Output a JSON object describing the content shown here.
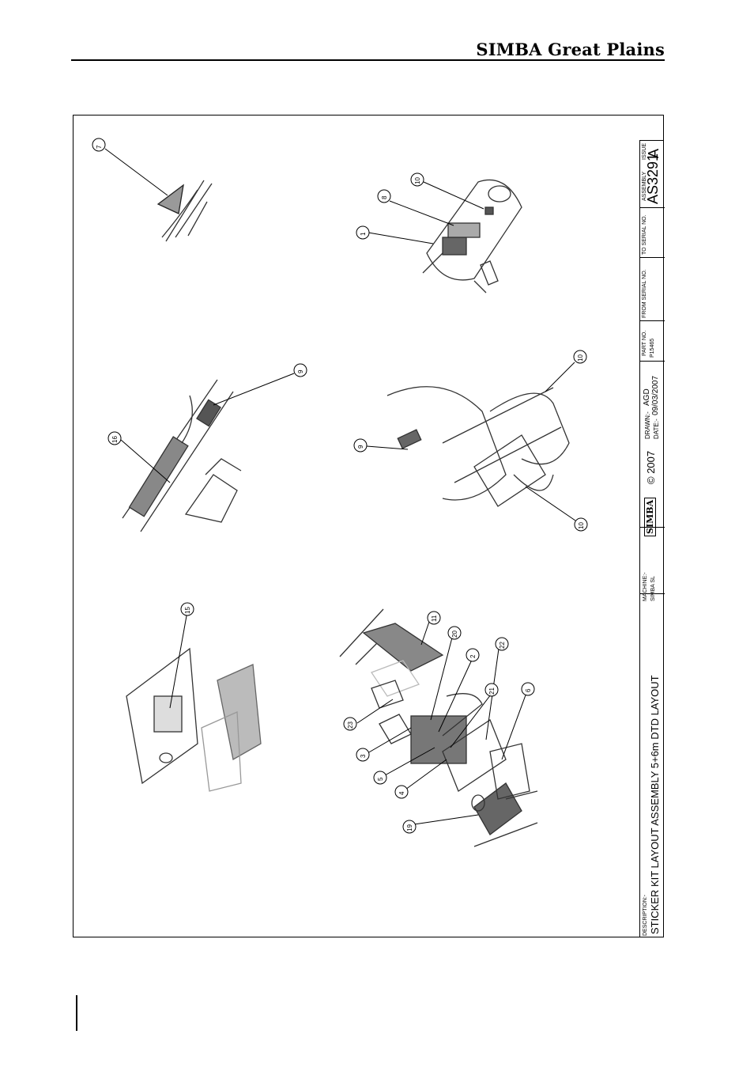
{
  "header": {
    "brand": "SIMBA Great Plains"
  },
  "title_block": {
    "issue_label": "ISSUE",
    "issue_value": "A",
    "assembly_label": "ASSEMBLY",
    "assembly_value": "AS3291",
    "to_serial_label": "TO SERIAL NO.",
    "from_serial_label": "FROM SERIAL NO.",
    "part_no_label": "PART NO.",
    "part_no_value": "P15465",
    "drawn_label": "DRAWN:-",
    "drawn_value": "AGD",
    "date_label": "DATE:-",
    "date_value": "09/03/2007",
    "logo_text": "SIMBA",
    "copyright": "© 2007",
    "machine_label": "MACHINE:-",
    "machine_value": "SIMBA SL",
    "description_label": "DESCRIPTION:-",
    "description_value": "STICKER KIT LAYOUT ASSEMBLY 5+6m DTD LAYOUT"
  },
  "callouts": [
    "7",
    "10",
    "8",
    "1",
    "9",
    "16",
    "9",
    "10",
    "10",
    "15",
    "11",
    "20",
    "2",
    "22",
    "23",
    "21",
    "6",
    "3",
    "5",
    "4",
    "19"
  ]
}
